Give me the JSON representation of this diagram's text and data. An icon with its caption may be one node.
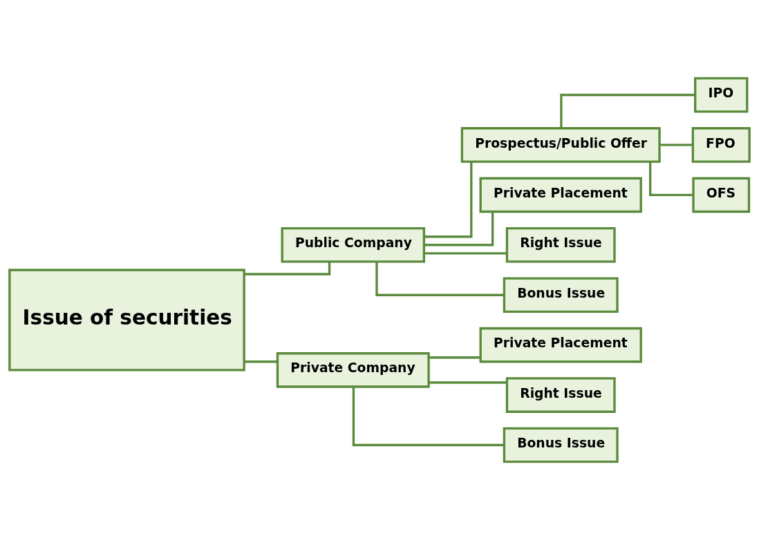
{
  "diagram": {
    "nodes": [
      {
        "text": [
          "Issue of securities"
        ]
      },
      {
        "text": [
          "Public Company"
        ]
      },
      {
        "text": [
          "Private Company"
        ]
      },
      {
        "text": [
          "Prospectus/Public Offer"
        ]
      },
      {
        "text": [
          "Private Placement"
        ]
      },
      {
        "text": [
          "Right Issue"
        ]
      },
      {
        "text": [
          "Bonus Issue"
        ]
      },
      {
        "text": [
          "IPO"
        ]
      },
      {
        "text": [
          "FPO"
        ]
      },
      {
        "text": [
          "OFS"
        ]
      },
      {
        "text": [
          "Private Placement"
        ]
      },
      {
        "text": [
          "Right Issue"
        ]
      },
      {
        "text": [
          "Bonus Issue"
        ]
      }
    ],
    "edges": [
      {
        "from": 0,
        "to": 1,
        "arrow": "none"
      },
      {
        "from": 0,
        "to": 2,
        "arrow": "none"
      },
      {
        "from": 1,
        "to": 3,
        "arrow": "none"
      },
      {
        "from": 1,
        "to": 4,
        "arrow": "none"
      },
      {
        "from": 1,
        "to": 5,
        "arrow": "none"
      },
      {
        "from": 1,
        "to": 6,
        "arrow": "none"
      },
      {
        "from": 3,
        "to": 7,
        "arrow": "none"
      },
      {
        "from": 3,
        "to": 8,
        "arrow": "none"
      },
      {
        "from": 3,
        "to": 9,
        "arrow": "none"
      },
      {
        "from": 2,
        "to": 10,
        "arrow": "none"
      },
      {
        "from": 2,
        "to": 11,
        "arrow": "none"
      },
      {
        "from": 2,
        "to": 12,
        "arrow": "none"
      }
    ]
  }
}
